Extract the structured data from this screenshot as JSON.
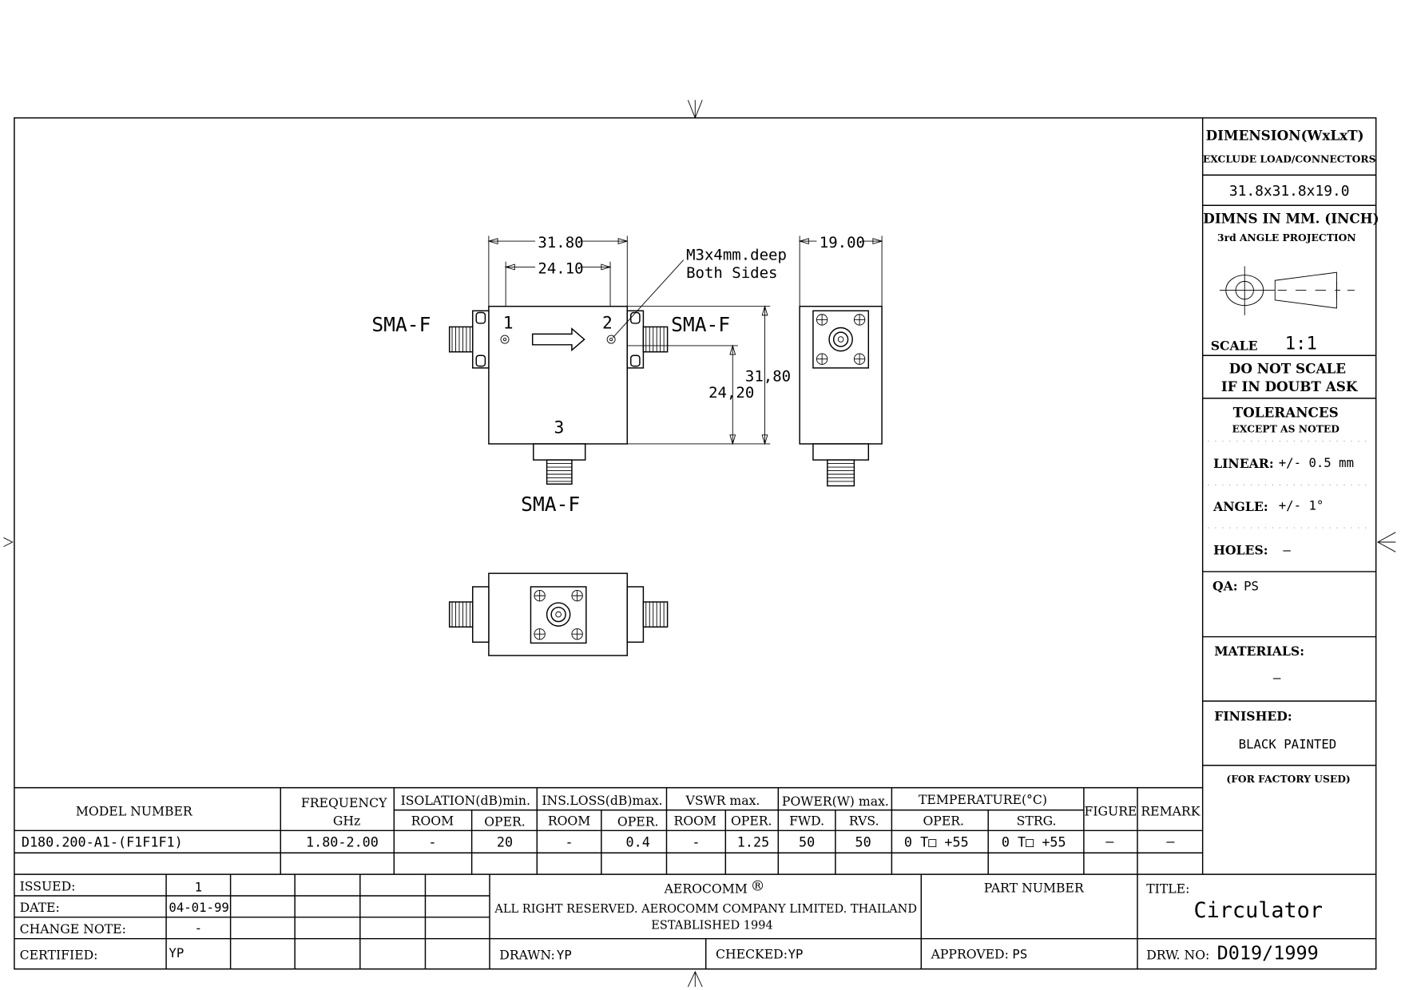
{
  "drawing": {
    "port_labels": [
      "1",
      "2",
      "3"
    ],
    "connector_label": "SMA-F",
    "dims": {
      "width": "31.80",
      "hole_spacing": "24.10",
      "thickness": "19.00",
      "height": "31.80",
      "port_height": "24,20",
      "height_side": "31,80"
    },
    "hole_note": [
      "M3x4mm.deep",
      "Both Sides"
    ]
  },
  "sidebar": {
    "dimension_title": "DIMENSION(WxLxT)",
    "dimension_sub": "EXCLUDE LOAD/CONNECTORS",
    "dimension_value": "31.8x31.8x19.0",
    "units": "DIMNS IN MM. (INCH)",
    "projection": "3rd ANGLE PROJECTION",
    "scale_label": "SCALE",
    "scale_value": "1:1",
    "warning_1": "DO NOT SCALE",
    "warning_2": "IF IN DOUBT ASK",
    "tolerances": "TOLERANCES",
    "tolerances_sub": "EXCEPT AS NOTED",
    "linear_label": "LINEAR:",
    "linear_value": "+/- 0.5 mm",
    "angle_label": "ANGLE:",
    "angle_value": "+/- 1°",
    "holes_label": "HOLES:",
    "holes_value": "—",
    "qa_label": "QA:",
    "qa_value": "PS",
    "materials_label": "MATERIALS:",
    "materials_value": "—",
    "finished_label": "FINISHED:",
    "finished_value": "BLACK PAINTED",
    "factory": "(FOR FACTORY USED)"
  },
  "spec_table": {
    "headers": {
      "model": "MODEL NUMBER",
      "frequency": "FREQUENCY",
      "frequency_unit": "GHz",
      "isolation": "ISOLATION(dB)min.",
      "ins_loss": "INS.LOSS(dB)max.",
      "vswr": "VSWR max.",
      "power": "POWER(W) max.",
      "temperature": "TEMPERATURE(°C)",
      "figure": "FIGURE",
      "remark": "REMARK",
      "room": "ROOM",
      "oper": "OPER.",
      "fwd": "FWD.",
      "rvs": "RVS.",
      "strg": "STRG."
    },
    "row": {
      "model": "D180.200-A1-(F1F1F1)",
      "frequency": "1.80-2.00",
      "isolation_room": "-",
      "isolation_oper": "20",
      "ins_loss_room": "-",
      "ins_loss_oper": "0.4",
      "vswr_room": "-",
      "vswr_oper": "1.25",
      "power_fwd": "50",
      "power_rvs": "50",
      "temp_oper": "0 T□ +55",
      "temp_strg": "0 T□ +55",
      "figure": "—",
      "remark": "—"
    }
  },
  "title_block": {
    "issued_label": "ISSUED:",
    "issued_value": "1",
    "date_label": "DATE:",
    "date_value": "04-01-99",
    "change_label": "CHANGE NOTE:",
    "change_value": "-",
    "certified_label": "CERTIFIED:",
    "certified_value": "YP",
    "company": "AEROCOMM",
    "registered": "®",
    "rights": "ALL RIGHT RESERVED. AEROCOMM COMPANY LIMITED. THAILAND",
    "established": "ESTABLISHED 1994",
    "part_number_label": "PART NUMBER",
    "title_label": "TITLE:",
    "title_value": "Circulator",
    "drawn_label": "DRAWN:",
    "drawn_value": "YP",
    "checked_label": "CHECKED:",
    "checked_value": "YP",
    "approved_label": "APPROVED:",
    "approved_value": "PS",
    "drw_no_label": "DRW. NO:",
    "drw_no_value": "D019/1999"
  }
}
